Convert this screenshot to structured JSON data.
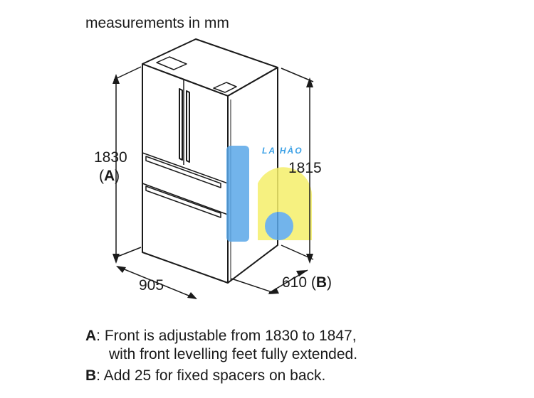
{
  "header": {
    "title": "measurements in mm"
  },
  "dimensions": {
    "height_total": "1830",
    "height_total_ref": "(A)",
    "height_side": "1815",
    "width": "905",
    "depth": "610",
    "depth_ref": "(B)"
  },
  "notes": [
    {
      "key": "A",
      "line1": ": Front is adjustable from 1830 to 1847,",
      "line2": "with front levelling feet fully extended."
    },
    {
      "key": "B",
      "line1": ": Add 25 for fixed spacers on back."
    }
  ],
  "watermark": {
    "text": "LA HÀO",
    "colors": [
      "#5aa8e8",
      "#f5ef6a"
    ]
  }
}
